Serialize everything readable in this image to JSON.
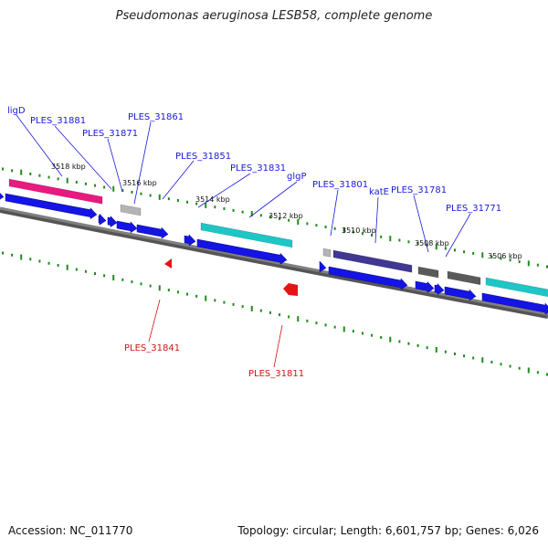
{
  "title": "Pseudomonas aeruginosa LESB58, complete genome",
  "footer": {
    "accession": "Accession: NC_011770",
    "summary": "Topology: circular; Length: 6,601,757 bp; Genes: 6,026"
  },
  "colors": {
    "cds": "#1414e6",
    "track_magenta": "#e8197f",
    "track_cyan": "#1ec6c6",
    "track_purple": "#3f3791",
    "track_gray_light": "#b4b4b4",
    "track_gray_dark": "#5a5a5a",
    "reverse_marker": "#e61414",
    "gc_dots": "#1e8c1e",
    "backbone": "#808080",
    "label_forward": "#1a1adc",
    "label_reverse": "#d41414"
  },
  "scale_labels": [
    "3518 kbp",
    "3516 kbp",
    "3514 kbp",
    "3512 kbp",
    "3510 kbp",
    "3508 kbp",
    "3506 kbp"
  ],
  "forward_labels": [
    "ligD",
    "PLES_31881",
    "PLES_31871",
    "PLES_31861",
    "PLES_31851",
    "PLES_31831",
    "glgP",
    "PLES_31801",
    "katE",
    "PLES_31781",
    "PLES_31771"
  ],
  "reverse_labels": [
    "PLES_31841",
    "PLES_31811"
  ]
}
